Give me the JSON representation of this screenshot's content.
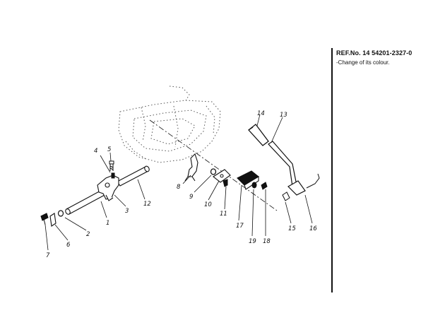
{
  "reference_note": {
    "ref_line": "REF.No. 14 54201-2327-0",
    "note_line": "-Change of its colour."
  },
  "callouts": [
    {
      "id": "p1",
      "label": "1"
    },
    {
      "id": "p2",
      "label": "2"
    },
    {
      "id": "p3",
      "label": "3"
    },
    {
      "id": "p4",
      "label": "4"
    },
    {
      "id": "p5",
      "label": "5"
    },
    {
      "id": "p6",
      "label": "6"
    },
    {
      "id": "p7",
      "label": "7"
    },
    {
      "id": "p8",
      "label": "8"
    },
    {
      "id": "p9",
      "label": "9"
    },
    {
      "id": "p10",
      "label": "10"
    },
    {
      "id": "p11",
      "label": "11"
    },
    {
      "id": "p12",
      "label": "12"
    },
    {
      "id": "p13",
      "label": "13"
    },
    {
      "id": "p14",
      "label": "14"
    },
    {
      "id": "p15",
      "label": "15"
    },
    {
      "id": "p16",
      "label": "16"
    },
    {
      "id": "p17",
      "label": "17"
    },
    {
      "id": "p18",
      "label": "18"
    },
    {
      "id": "p19",
      "label": "19"
    }
  ],
  "colors": {
    "ink": "#111111",
    "ghost": "#555555",
    "background": "#ffffff"
  }
}
